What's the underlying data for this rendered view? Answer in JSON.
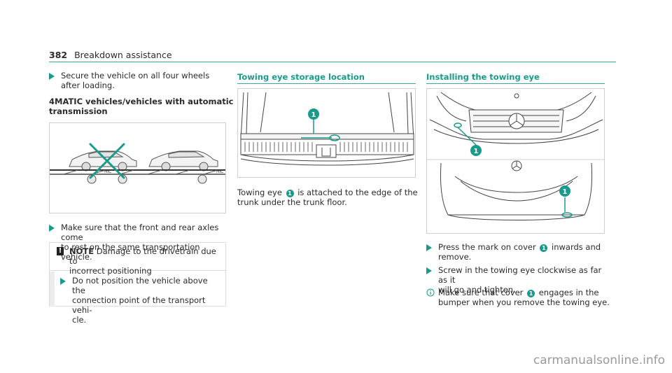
{
  "header": {
    "page_number": "382",
    "title": "Breakdown assistance"
  },
  "col1": {
    "step1": "Secure the vehicle on all four wheels after loading.",
    "subheading_line1": "4MATIC vehicles/vehicles with automatic",
    "subheading_line2": "transmission",
    "step2_line1": "Make sure that the front and rear axles come",
    "step2_line2": "to rest on the same transportation vehicle.",
    "note_label": "NOTE",
    "note_line1": " Damage to the drivetrain due to",
    "note_line2": "incorrect positioning",
    "note_step_line1": "Do not position the vehicle above the",
    "note_step_line2": "connection point of the transport vehi-",
    "note_step_line3": "cle."
  },
  "col2": {
    "section_title": "Towing eye storage location",
    "callout": "1",
    "text_line1_a": "Towing eye ",
    "text_line1_b": " is attached to the edge of the",
    "text_line2": "trunk under the trunk floor."
  },
  "col3": {
    "section_title": "Installing the towing eye",
    "callout": "1",
    "step1_line1_a": "Press the mark on cover ",
    "step1_line1_b": " inwards and",
    "step1_line2": "remove.",
    "step2_line1": "Screw in the towing eye clockwise as far as it",
    "step2_line2": "will go and tighten.",
    "info_line1_a": "Make sure that cover ",
    "info_line1_b": " engages in the",
    "info_line2": "bumper when you remove the towing eye."
  },
  "watermark": "carmanualsonline.info",
  "colors": {
    "accent": "#1a9a8a",
    "rule": "#3aaa9b"
  }
}
